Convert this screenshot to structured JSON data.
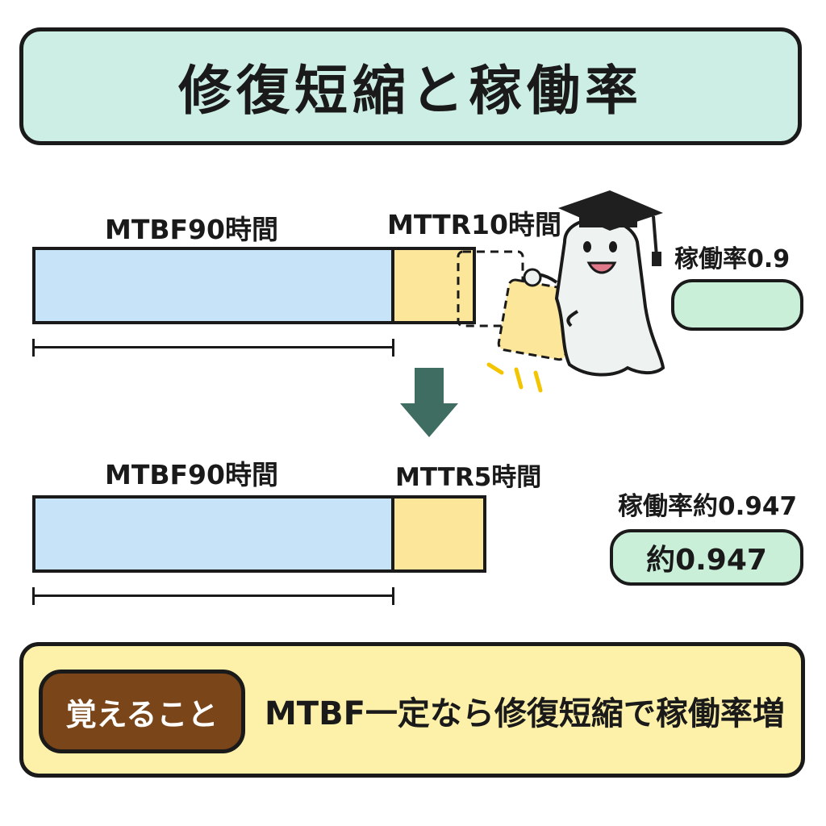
{
  "title": "修復短縮と稼働率",
  "before": {
    "mtbf_label": "MTBF90時間",
    "mttr_label": "MTTR10時間",
    "availability_label": "稼働率0.9",
    "mtbf_hours": 90,
    "mttr_hours": 10
  },
  "after": {
    "mtbf_label": "MTBF90時間",
    "mttr_label": "MTTR5時間",
    "availability_label": "稼働率約0.947",
    "availability_pill": "約0.947",
    "mtbf_hours": 90,
    "mttr_hours": 5
  },
  "summary": {
    "badge": "覚えること",
    "text": "MTBF一定なら修復短縮で稼働率増"
  },
  "icons": {
    "arrow": "arrow-down-icon",
    "mascot": "ghost-graduate-icon",
    "sparkle": "sparkle-icon"
  },
  "colors": {
    "title_bg": "#cdeee4",
    "mtbf_bar": "#c7e3f8",
    "mttr_bar": "#fbe69a",
    "pill_bg": "#c9efd9",
    "summary_bg": "#fdf0a8",
    "badge_bg": "#7a4518",
    "arrow": "#3f6d62"
  }
}
